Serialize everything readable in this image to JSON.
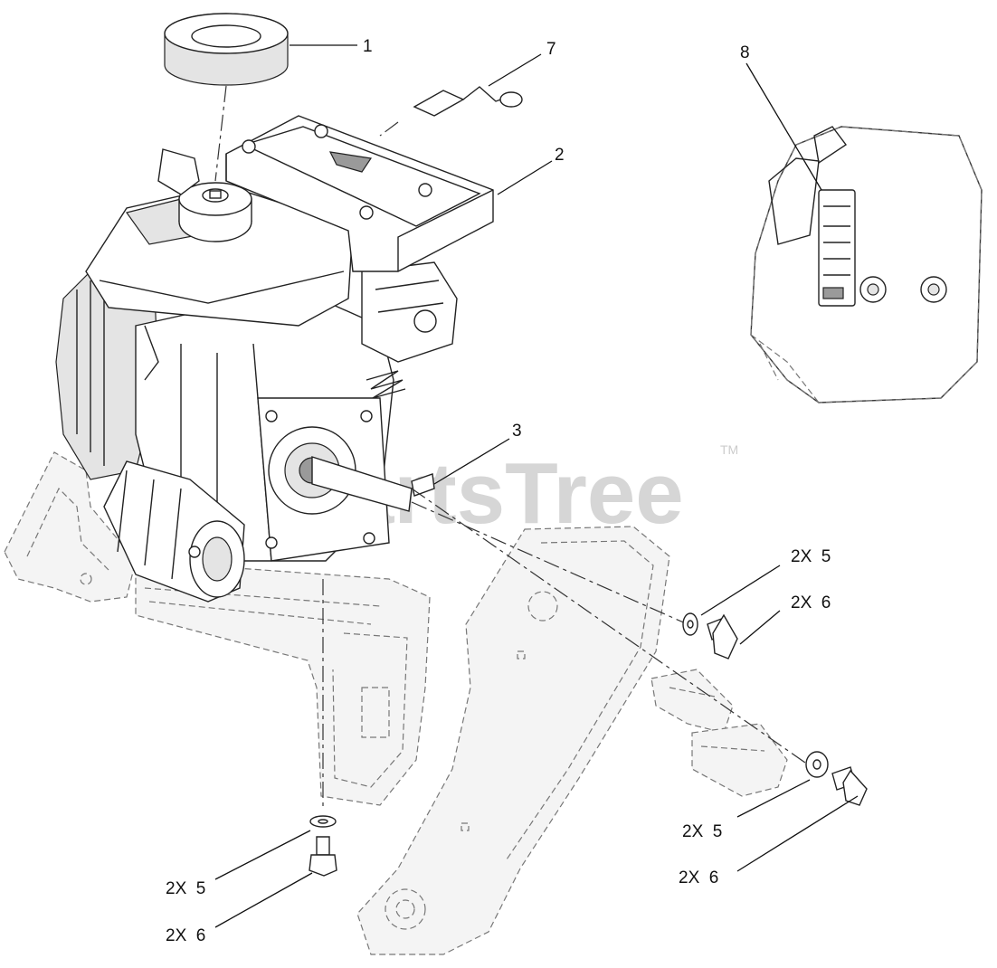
{
  "watermark": {
    "text": "PartsTree",
    "trademark": "TM"
  },
  "callouts": [
    {
      "id": "c1",
      "label": "1"
    },
    {
      "id": "c7",
      "label": "7"
    },
    {
      "id": "c2",
      "label": "2"
    },
    {
      "id": "c8",
      "label": "8"
    },
    {
      "id": "c3",
      "label": "3"
    },
    {
      "id": "c5a",
      "label": "2X  5"
    },
    {
      "id": "c6a",
      "label": "2X  6"
    },
    {
      "id": "c5b",
      "label": "2X  5"
    },
    {
      "id": "c6b",
      "label": "2X  6"
    },
    {
      "id": "c5c",
      "label": "2X  5"
    },
    {
      "id": "c6c",
      "label": "2X  6"
    }
  ]
}
